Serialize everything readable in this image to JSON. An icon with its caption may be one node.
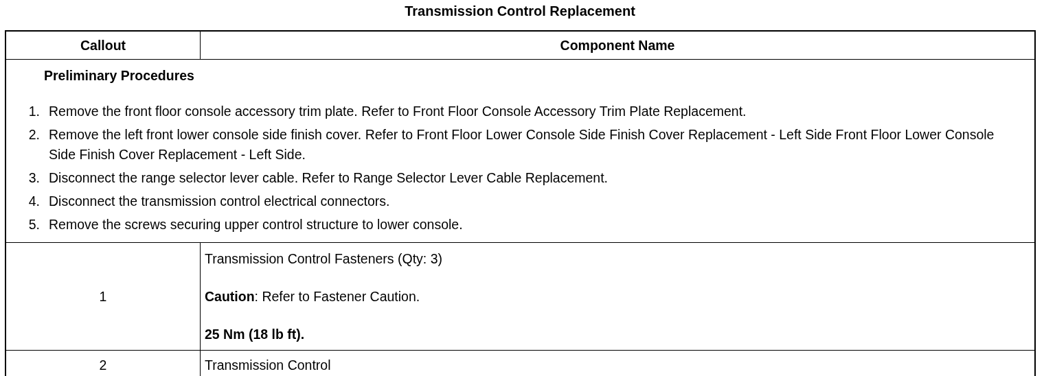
{
  "diagram": {
    "title": "Transmission Control Replacement",
    "labels": [
      "Callout",
      "Component Name",
      "Preliminary Procedures",
      "1.",
      "Remove the front floor console accessory trim plate. Refer to Front Floor Console Accessory Trim Plate Replacement.",
      "2.",
      "Remove the left front lower console side finish cover. Refer to Front Floor Lower Console Side Finish Cover Replacement - Left Side Front Floor Lower Console Side Finish Cover Replacement - Left Side.",
      "3.",
      "Disconnect the range selector lever cable. Refer to Range Selector Lever Cable Replacement.",
      "4.",
      "Disconnect the transmission control electrical connectors.",
      "5.",
      "Remove the screws securing upper control structure to lower console.",
      "1",
      "Transmission Control Fasteners (Qty: 3)",
      "**Caution**: Refer to Fastener Caution.",
      "25 Nm (18 lb ft).",
      "2",
      "Transmission Control"
    ]
  }
}
